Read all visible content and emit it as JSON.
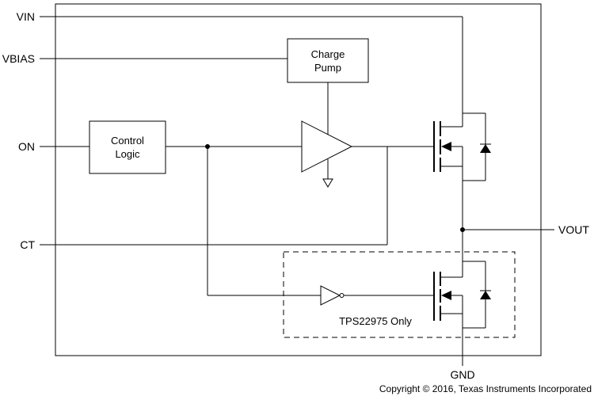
{
  "pins": {
    "vin": "VIN",
    "vbias": "VBIAS",
    "on": "ON",
    "ct": "CT",
    "vout": "VOUT",
    "gnd": "GND"
  },
  "blocks": {
    "charge_pump": [
      "Charge",
      "Pump"
    ],
    "control_logic": [
      "Control",
      "Logic"
    ],
    "option_label": "TPS22975 Only"
  },
  "footer": {
    "copyright": "Copyright © 2016, Texas Instruments Incorporated"
  }
}
